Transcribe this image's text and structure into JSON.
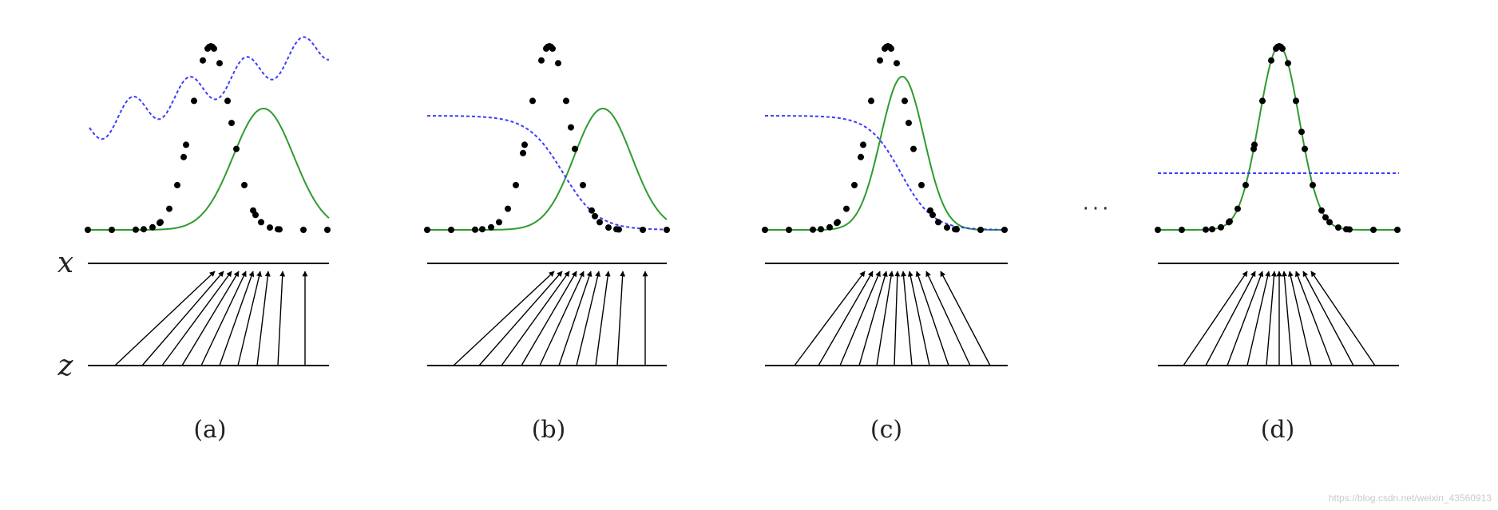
{
  "figure": {
    "axis_labels": {
      "x": "x",
      "z": "z"
    },
    "ellipsis": "···",
    "watermark": "https://blog.csdn.net/weixin_43560913",
    "colors": {
      "data_dots": "#000000",
      "generator_curve": "#2e9b2e",
      "discriminator_curve": "#3b3bff",
      "lines": "#000000"
    },
    "panels": [
      {
        "id": "a",
        "caption": "(a)"
      },
      {
        "id": "b",
        "caption": "(b)"
      },
      {
        "id": "c",
        "caption": "(c)"
      },
      {
        "id": "d",
        "caption": "(d)"
      }
    ]
  }
}
